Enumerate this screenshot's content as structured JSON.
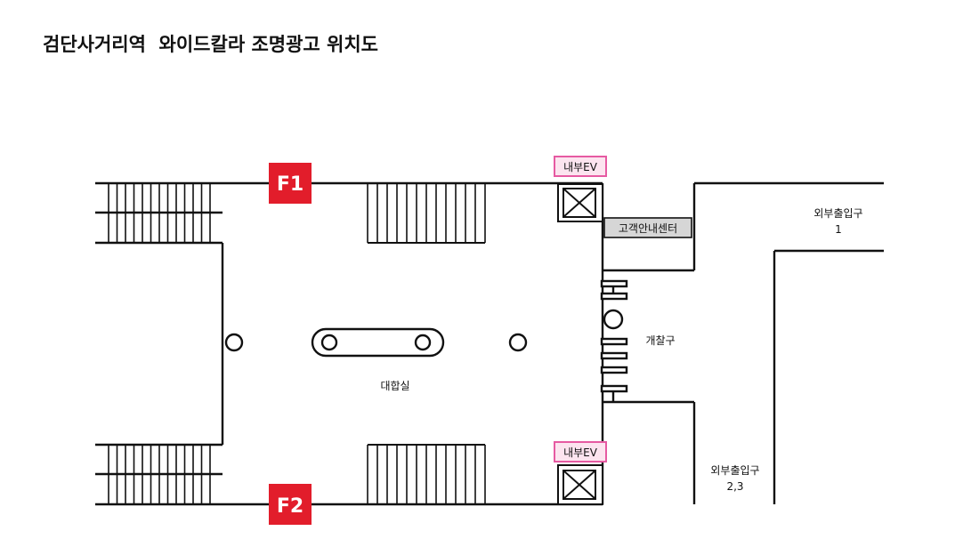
{
  "title": "검단사거리역  와이드칼라 조명광고 위치도",
  "ad_markers": [
    "F1",
    "F2"
  ],
  "labels": {
    "elevator_top": "내부EV",
    "elevator_bottom": "내부EV",
    "customer_center": "고객안내센터",
    "exit_1_line1": "외부출입구",
    "exit_1_line2": "1",
    "exit_23_line1": "외부출입구",
    "exit_23_line2": "2,3",
    "ticket_gate": "개찰구",
    "concourse": "대합실"
  },
  "colors": {
    "marker_red": "#e21d2b",
    "elevator_tag_border": "#e65aa2",
    "elevator_tag_fill": "#fce4ef",
    "center_box_fill": "#d6d6d6"
  }
}
